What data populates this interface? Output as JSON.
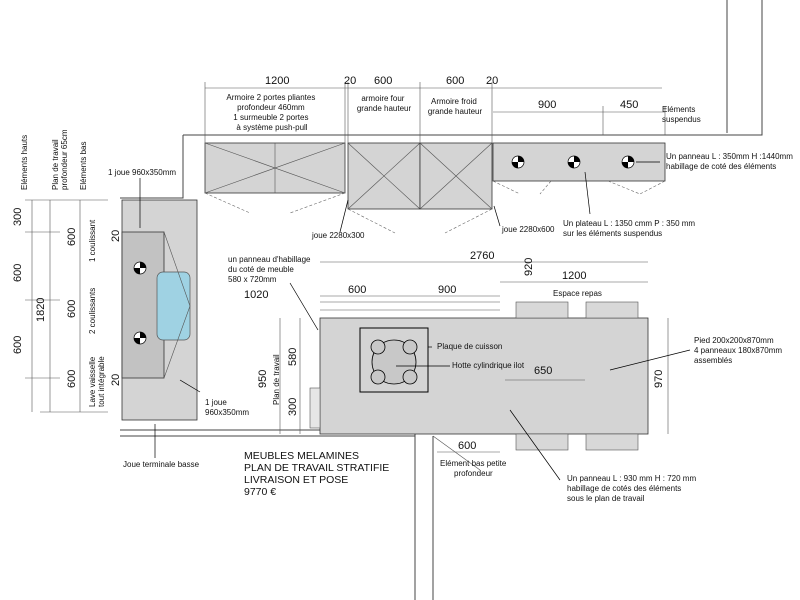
{
  "dims": {
    "top_1200": "1200",
    "top_20a": "20",
    "top_600a": "600",
    "top_600b": "600",
    "top_20b": "20",
    "top_900": "900",
    "top_450": "450",
    "left_300": "300",
    "left_600a": "600",
    "left_600b": "600",
    "left_1820": "1820",
    "left_600c": "600",
    "left_600d": "600",
    "left_600e": "600",
    "left_20a": "20",
    "left_20b": "20",
    "mid_1020": "1020",
    "island_2760": "2760",
    "island_600": "600",
    "island_900": "900",
    "island_1200": "1200",
    "island_920": "920",
    "island_950": "950",
    "island_580": "580",
    "island_300": "300",
    "island_650": "650",
    "island_970": "970",
    "bottom_600": "600"
  },
  "labels": {
    "armoire_2p": [
      "Armoire 2 portes pliantes",
      "profondeur 460mm",
      "1 surmeuble 2 portes",
      "à système push-pull"
    ],
    "armoire_four": [
      "armoire four",
      "grande hauteur"
    ],
    "armoire_froid": [
      "Armoire froid",
      "grande hauteur"
    ],
    "elements_suspendus": [
      "Eléments",
      "suspendus"
    ],
    "panneau_habillage_top": [
      "Un panneau L : 350mm H :1440mm",
      "habillage de coté des éléments"
    ],
    "plateau": [
      "Un  plateau L : 1350 cmm  P : 350 mm",
      "sur les éléments suspendus"
    ],
    "joue_2280_300": "joue 2280x300",
    "joue_2280_600": "joue 2280x600",
    "joue_960_top": "1 joue 960x350mm",
    "joue_960_bottom": [
      "1 joue",
      "960x350mm"
    ],
    "panneau_habillage_meuble": [
      "un panneau d'habillage",
      "du coté de meuble",
      "580 x 720mm"
    ],
    "espace_repas": "Espace repas",
    "plaque": "Plaque de cuisson",
    "hotte": "Hotte cylindrique ilot",
    "pied": [
      "Pied 200x200x870mm",
      "4 panneaux 180x870mm",
      "assemblés"
    ],
    "panneau_930": [
      "Un panneau L : 930 mm H : 720 mm",
      "habillage de cotés des éléments",
      "sous le plan de travail"
    ],
    "element_bas": [
      "Elément bas petite",
      "profondeur"
    ],
    "joue_terminale": "Joue terminale basse",
    "summary": [
      "MEUBLES MELAMINES",
      "PLAN DE TRAVAIL STRATIFIE",
      "LIVRAISON ET POSE",
      "9770 €"
    ],
    "v_elements_hauts": "Eléments hauts",
    "v_plan_travail_65": [
      "Plan de travail",
      "profondeur 65cm"
    ],
    "v_elements_bas": "Eléments bas",
    "v_1_coulissant": "1 coulissant",
    "v_2_coulissants": "2 coulissants",
    "v_lave_vaisselle": [
      "Lave vaisselle",
      "tout intégrable"
    ],
    "v_plan_travail": "Plan de travail"
  }
}
